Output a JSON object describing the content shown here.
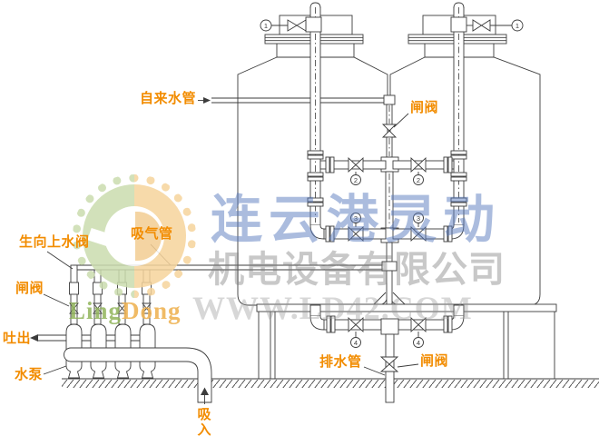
{
  "diagram": {
    "labels": {
      "tap_water_pipe": "自来水管",
      "gate_valve": "闸阀",
      "riser_water_valve": "生向上水阀",
      "air_suction_pipe": "吸气管",
      "discharge_out": "吐出",
      "water_pump": "水泵",
      "drain_pipe": "排水管",
      "suction_in": "吸入"
    },
    "markers": {
      "no1": "1",
      "no2": "2",
      "no3": "3",
      "no4": "4"
    }
  },
  "watermark": {
    "brand_cn": "连云港灵动",
    "company_cn": "机电设备有限公司",
    "website": "WWW.LD42.COM",
    "brand_en_1": "Ling",
    "brand_en_2": "Dong"
  },
  "colors": {
    "label_orange": "#F28C00",
    "line": "#3C3C3C",
    "watermark_blue": "#587ABE",
    "watermark_gray": "#7D7D7D",
    "gear_green": "#CBDCAE",
    "gear_orange": "#F6D49C"
  }
}
